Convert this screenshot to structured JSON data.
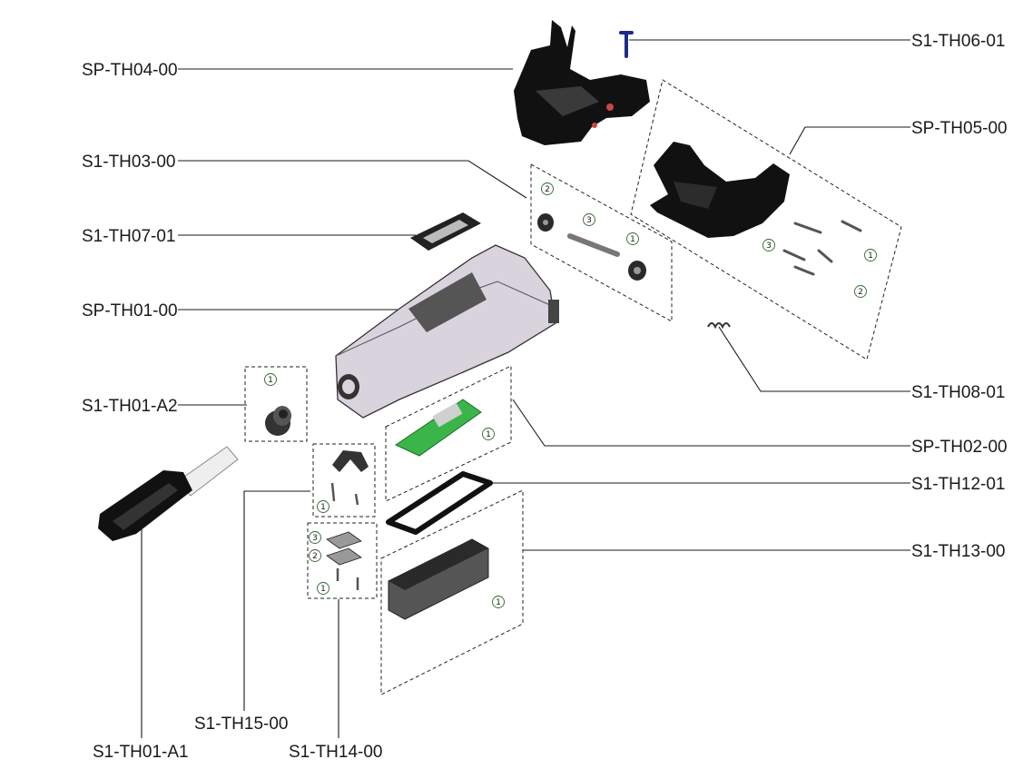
{
  "labels": {
    "s1_th06_01": "S1-TH06-01",
    "sp_th04_00": "SP-TH04-00",
    "sp_th05_00": "SP-TH05-00",
    "s1_th03_00": "S1-TH03-00",
    "s1_th07_01": "S1-TH07-01",
    "sp_th01_00": "SP-TH01-00",
    "s1_th08_01": "S1-TH08-01",
    "s1_th01_a2": "S1-TH01-A2",
    "sp_th02_00": "SP-TH02-00",
    "s1_th12_01": "S1-TH12-01",
    "s1_th13_00": "S1-TH13-00",
    "s1_th15_00": "S1-TH15-00",
    "s1_th01_a1": "S1-TH01-A1",
    "s1_th14_00": "S1-TH14-00"
  },
  "item_numbers": {
    "one": "1",
    "two": "2",
    "three": "3"
  },
  "colors": {
    "housing": "#d9d3de",
    "pcb": "#3ab54a",
    "pin": "#1e2a8a",
    "dark_part": "#111111"
  }
}
